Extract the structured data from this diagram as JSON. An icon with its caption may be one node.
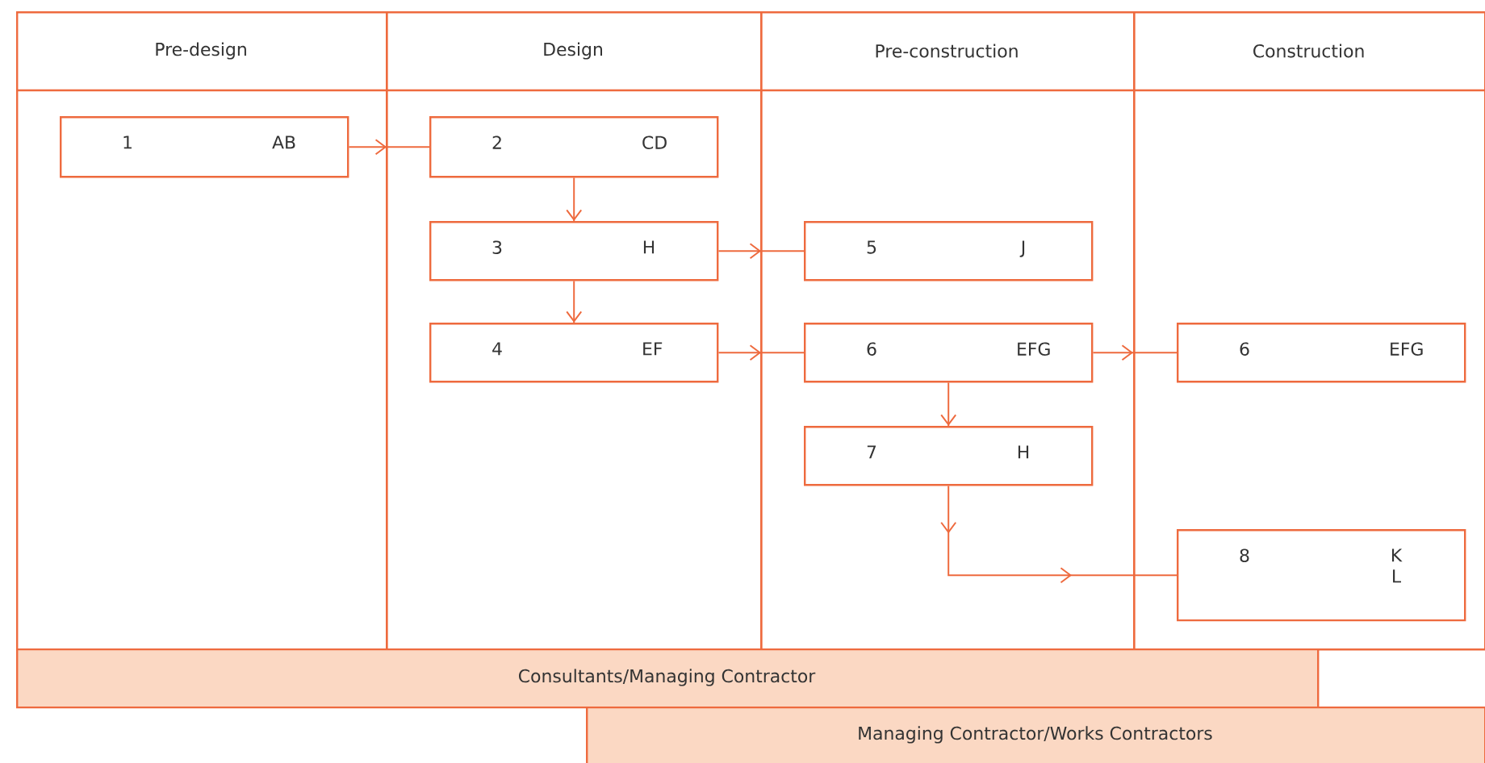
{
  "diagram": {
    "nodes": [
      {
        "text": [
          "Pre-design"
        ]
      },
      {
        "text": [
          "Design"
        ]
      },
      {
        "text": [
          "Pre-construction"
        ]
      },
      {
        "text": [
          "Construction"
        ]
      },
      {
        "text": [
          "1",
          "AB"
        ],
        "in": 0
      },
      {
        "text": [
          "2",
          "CD"
        ],
        "in": 1
      },
      {
        "text": [
          "3",
          "H"
        ],
        "in": 1
      },
      {
        "text": [
          "4",
          "EF"
        ],
        "in": 1
      },
      {
        "text": [
          "5",
          "J"
        ],
        "in": 2
      },
      {
        "text": [
          "6",
          "EFG"
        ],
        "in": 2
      },
      {
        "text": [
          "7",
          "H"
        ],
        "in": 2
      },
      {
        "text": [
          "6",
          "EFG"
        ],
        "in": 3
      },
      {
        "text": [
          "8",
          "K L"
        ],
        "in": 3
      },
      {
        "text": [
          "Consultants/Managing Contractor"
        ]
      },
      {
        "text": [
          "Managing Contractor/Works Contractors"
        ]
      }
    ],
    "edges": [
      {
        "from": 4,
        "to": 5,
        "arrow": "to"
      },
      {
        "from": 5,
        "to": 6,
        "arrow": "to"
      },
      {
        "from": 6,
        "to": 7,
        "arrow": "to"
      },
      {
        "from": 6,
        "to": 8,
        "arrow": "to"
      },
      {
        "from": 7,
        "to": 9,
        "arrow": "to"
      },
      {
        "from": 9,
        "to": 11,
        "arrow": "to"
      },
      {
        "from": 9,
        "to": 10,
        "arrow": "to"
      },
      {
        "from": 10,
        "to": 12,
        "arrow": "to"
      }
    ]
  }
}
